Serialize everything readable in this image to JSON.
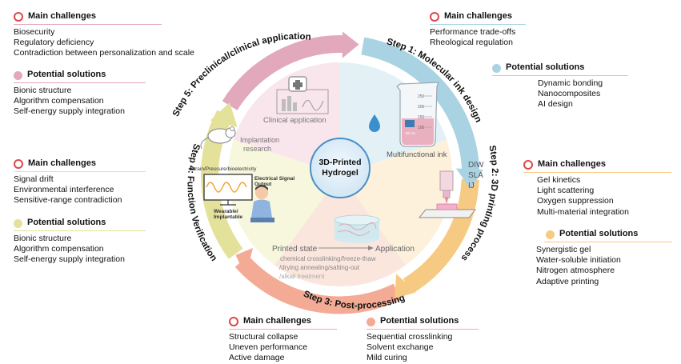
{
  "center": {
    "line1": "3D-Printed",
    "line2": "Hydrogel"
  },
  "steps": {
    "s1": "Step 1: Molecular ink design",
    "s2": "Step 2: 3D printing process",
    "s3": "Step 3: Post-processing",
    "s4": "Step 4: Function Verification",
    "s5": "Step 5: Preclinical/clinical application"
  },
  "inner": {
    "multifunctional_ink": "Multifunctional ink",
    "clinical_application": "Clinical application",
    "implantation_research_1": "Implantation",
    "implantation_research_2": "research",
    "printing_methods": [
      "DIW",
      "SLA",
      "IJ"
    ],
    "signal_label": "Strain/Pressure/bioelectricity",
    "signal_output_1": "Electrical Signal",
    "signal_output_2": "Output",
    "wearable_1": "Wearable/",
    "wearable_2": "Implantable",
    "printed_state": "Printed state",
    "application": "Application",
    "post_methods_1": "chemical crosslinking/freeze-thaw",
    "post_methods_2": "/drying annealing/salting-out",
    "post_methods_3": "/alkali treatment",
    "beaker_ticks": [
      "250",
      "200",
      "150",
      "100"
    ],
    "beaker_badge": "50 mL"
  },
  "panels": {
    "tl_challenges": {
      "title": "Main challenges",
      "items": [
        "Biosecurity",
        "Regulatory deficiency",
        "Contradiction between personalization and scale"
      ]
    },
    "tl_solutions": {
      "title": "Potential solutions",
      "items": [
        "Bionic structure",
        "Algorithm compensation",
        "Self-energy supply integration"
      ]
    },
    "tr_challenges": {
      "title": "Main challenges",
      "items": [
        "Performance trade-offs",
        "Rheological regulation"
      ]
    },
    "tr_solutions": {
      "title": "Potential solutions",
      "items": [
        "Dynamic bonding",
        "Nanocomposites",
        "AI design"
      ]
    },
    "rm_challenges": {
      "title": "Main challenges",
      "items": [
        "Gel kinetics",
        "Light scattering",
        "Oxygen suppression",
        "Multi-material integration"
      ]
    },
    "rm_solutions": {
      "title": "Potential solutions",
      "items": [
        "Synergistic gel",
        "Water-soluble initiation",
        "Nitrogen atmosphere",
        "Adaptive printing"
      ]
    },
    "lm_challenges": {
      "title": "Main challenges",
      "items": [
        "Signal drift",
        "Environmental interference",
        "Sensitive-range contradiction"
      ]
    },
    "lm_solutions": {
      "title": "Potential solutions",
      "items": [
        "Bionic structure",
        "Algorithm compensation",
        "Self-energy supply integration"
      ]
    },
    "bm_challenges": {
      "title": "Main challenges",
      "items": [
        "Structural collapse",
        "Uneven performance",
        "Active damage"
      ]
    },
    "bm_solutions": {
      "title": "Potential solutions",
      "items": [
        "Sequential crosslinking",
        "Solvent exchange",
        "Mild curing"
      ]
    }
  },
  "colors": {
    "step1": "#a9d3e2",
    "step2": "#f7ca83",
    "step3": "#f4ab95",
    "step4": "#e4e19b",
    "step5": "#e2a8bc",
    "challenge_ring": "#e0464a",
    "hub_ring": "#4a8fc5",
    "hub_fill": "#d8ebf7"
  }
}
